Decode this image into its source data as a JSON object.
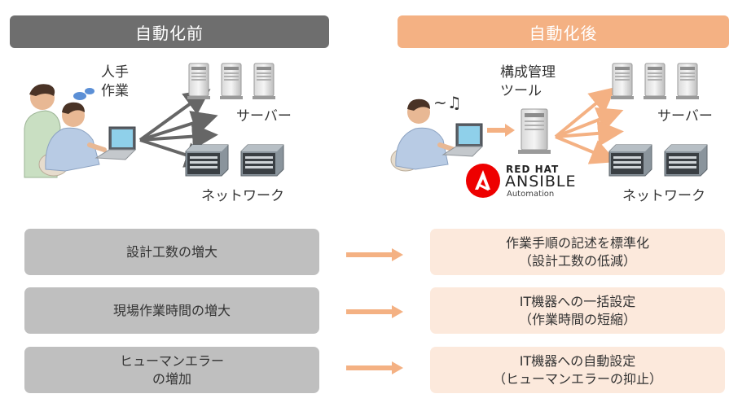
{
  "headers": {
    "before": "自動化前",
    "after": "自動化後"
  },
  "before_scene": {
    "manual_label_1": "人手",
    "manual_label_2": "作業",
    "servers_label": "サーバー",
    "network_label": "ネットワーク"
  },
  "after_scene": {
    "tool_label_1": "構成管理",
    "tool_label_2": "ツール",
    "music_notes": "~♫",
    "servers_label": "サーバー",
    "network_label": "ネットワーク",
    "logo_red_hat": "RED HAT",
    "logo_ansible": "ANSIBLE",
    "logo_automation": "Automation"
  },
  "comparisons": [
    {
      "problem": [
        "設計工数の増大"
      ],
      "solution": [
        "作業手順の記述を標準化",
        "（設計工数の低減）"
      ]
    },
    {
      "problem": [
        "現場作業時間の増大"
      ],
      "solution": [
        "IT機器への一括設定",
        "（作業時間の短縮）"
      ]
    },
    {
      "problem": [
        "ヒューマンエラー",
        "の増加"
      ],
      "solution": [
        "IT機器への自動設定",
        "（ヒューマンエラーの抑止）"
      ]
    }
  ],
  "colors": {
    "before_header": "#6e6e6e",
    "after_header": "#f4b183",
    "problem_box": "#bfbfbf",
    "solution_box": "#fce9dc",
    "arrow": "#f4b183",
    "manual_arrow": "#666666",
    "ansible_red": "#ee0000"
  }
}
